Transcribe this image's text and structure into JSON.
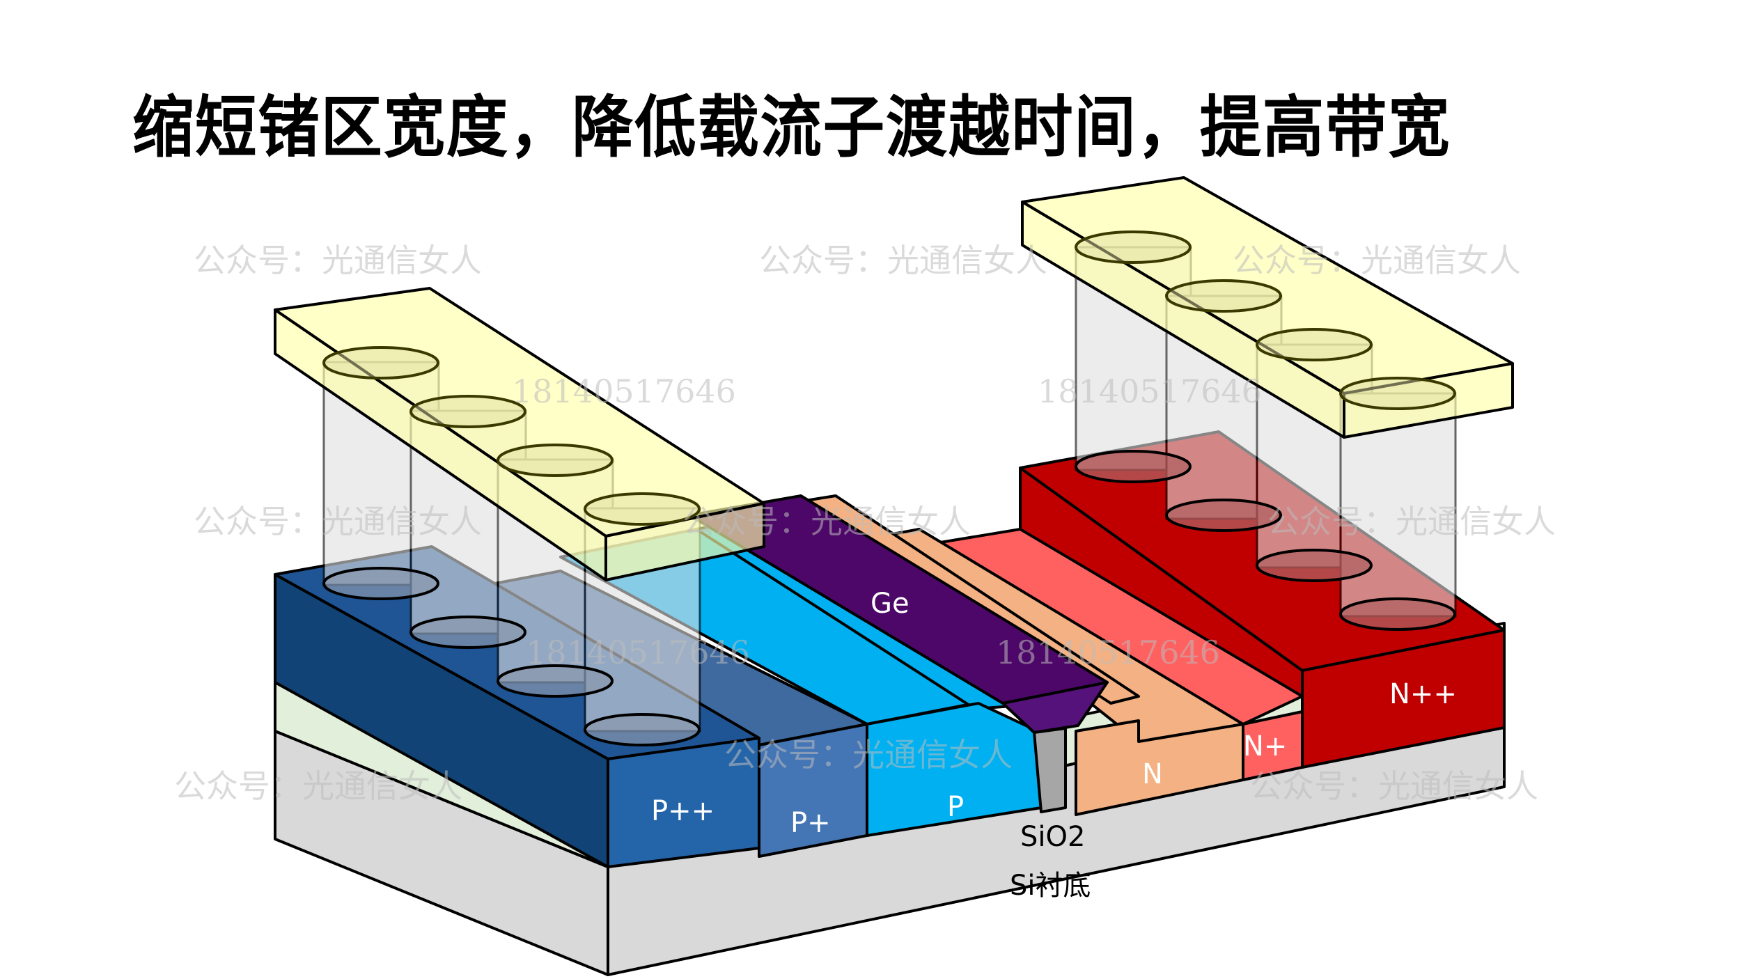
{
  "title": "缩短锗区宽度，降低载流子渡越时间，提高带宽",
  "labels": {
    "p_plus_plus": "P++",
    "p_plus": "P+",
    "p": "P",
    "ge": "Ge",
    "sio2": "SiO2",
    "n": "N",
    "n_plus": "N+",
    "n_plus_plus": "N++",
    "substrate": "Si衬底"
  },
  "watermarks": {
    "account": "公众号：光通信女人",
    "phone": "18140517646"
  },
  "colors": {
    "p_plus_plus": "#2464a8",
    "p_plus": "#4475b5",
    "p": "#00b0f0",
    "ge": "#4c0768",
    "sio2_spacer": "#a6a6a6",
    "n": "#f4b183",
    "n_plus": "#ff6161",
    "n_plus_plus": "#c00000",
    "box_layer": "#e2efda",
    "substrate": "#d9d9d9",
    "electrode": "#ffffbf",
    "via": "#d8d8d8"
  }
}
